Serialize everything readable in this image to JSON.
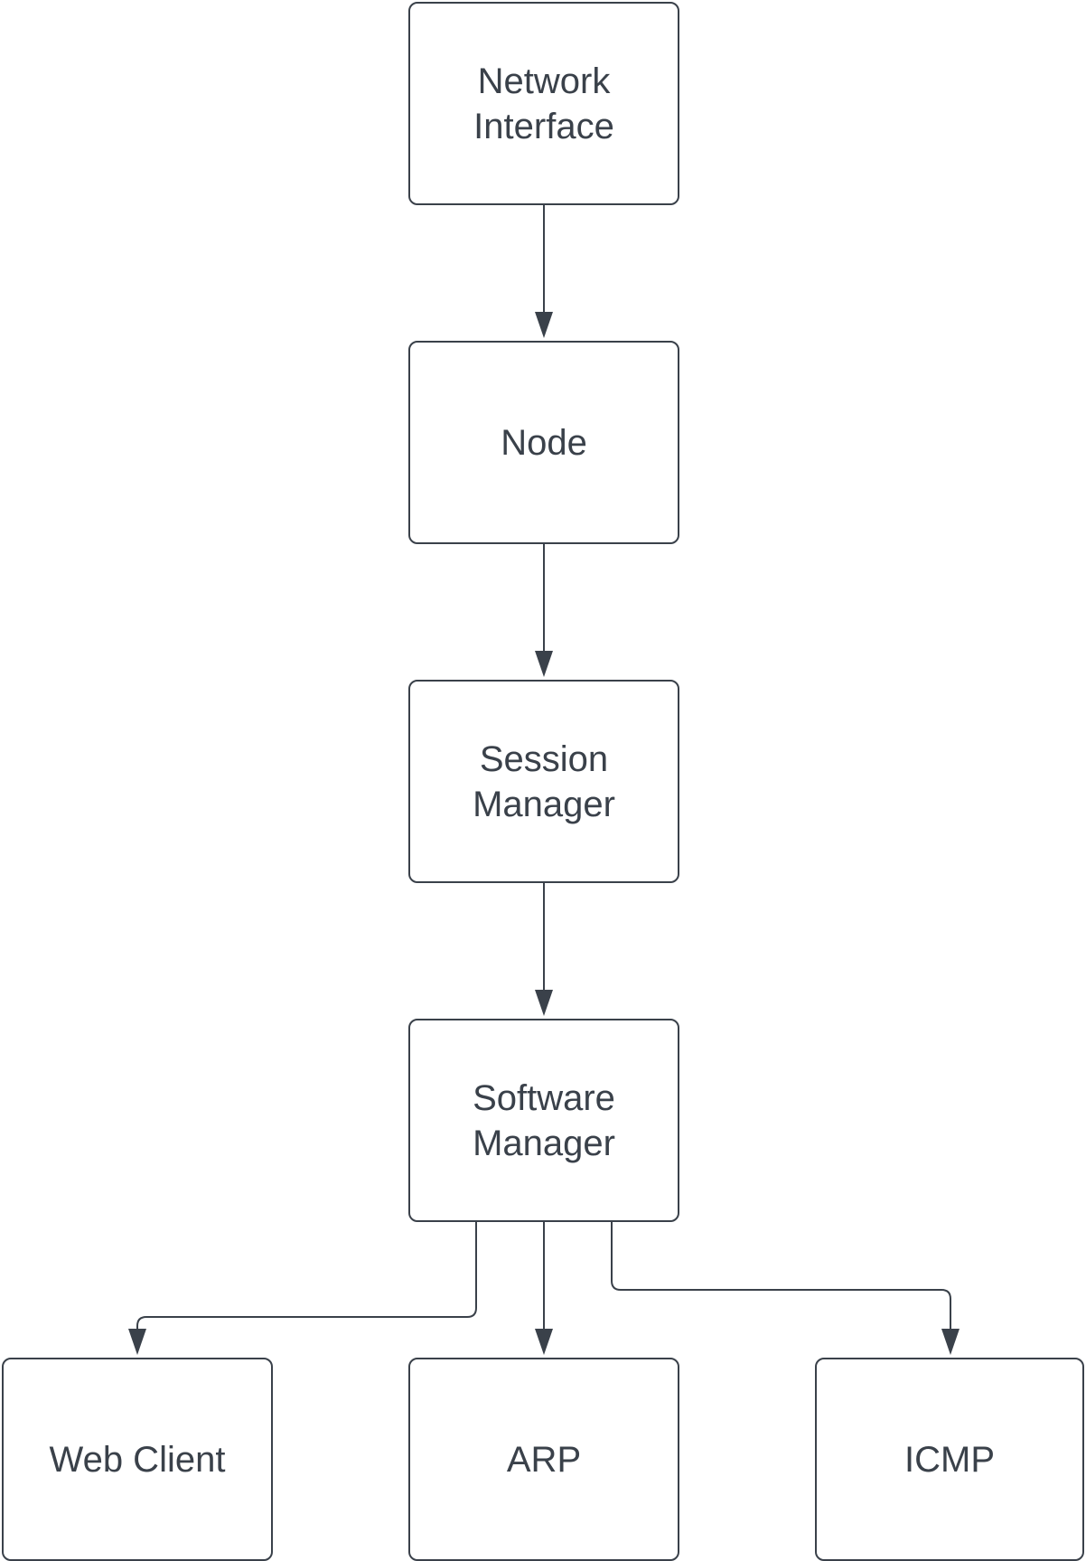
{
  "diagram": {
    "nodes": {
      "network_interface": "Network\nInterface",
      "node": "Node",
      "session_manager": "Session\nManager",
      "software_manager": "Software\nManager",
      "web_client": "Web Client",
      "arp": "ARP",
      "icmp": "ICMP"
    },
    "edges": [
      {
        "from": "Network Interface",
        "to": "Node"
      },
      {
        "from": "Node",
        "to": "Session Manager"
      },
      {
        "from": "Session Manager",
        "to": "Software Manager"
      },
      {
        "from": "Software Manager",
        "to": "Web Client"
      },
      {
        "from": "Software Manager",
        "to": "ARP"
      },
      {
        "from": "Software Manager",
        "to": "ICMP"
      }
    ],
    "colors": {
      "stroke": "#3a414a",
      "text": "#3a414a",
      "background": "#ffffff"
    }
  }
}
